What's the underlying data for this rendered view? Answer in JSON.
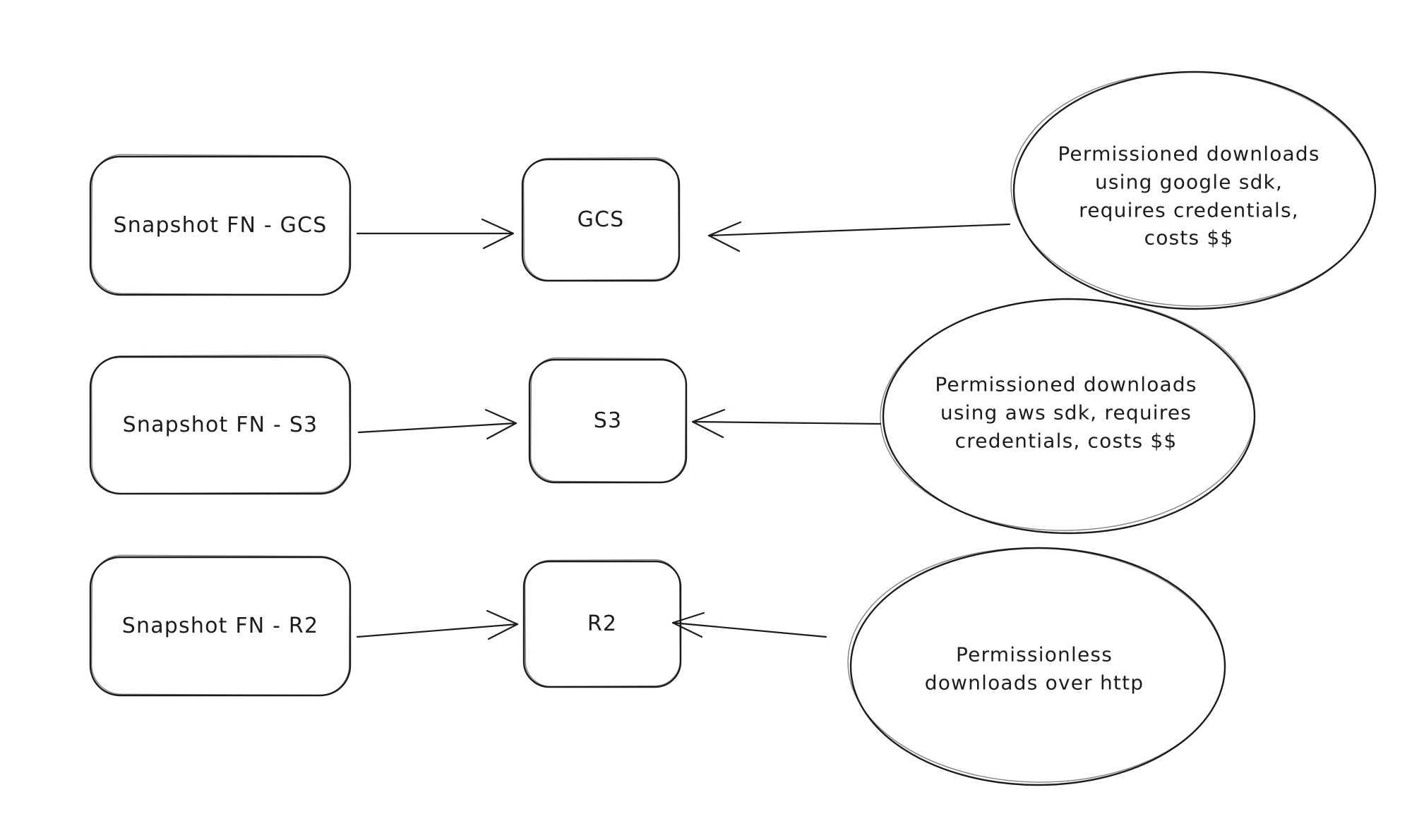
{
  "diagram": {
    "background_color": "#ffffff",
    "ink_color": "#1c1c1c",
    "style": "hand-drawn sketch"
  },
  "nodes": {
    "snapshot_gcs": {
      "label": "Snapshot FN - GCS",
      "shape": "rounded-rectangle"
    },
    "snapshot_s3": {
      "label": "Snapshot FN - S3",
      "shape": "rounded-rectangle"
    },
    "snapshot_r2": {
      "label": "Snapshot FN - R2",
      "shape": "rounded-rectangle"
    },
    "gcs": {
      "label": "GCS",
      "shape": "rounded-rectangle"
    },
    "s3": {
      "label": "S3",
      "shape": "rounded-rectangle"
    },
    "r2": {
      "label": "R2",
      "shape": "rounded-rectangle"
    },
    "note_gcs": {
      "label": "Permissioned downloads\nusing google sdk,\nrequires credentials,\ncosts $$",
      "shape": "ellipse"
    },
    "note_s3": {
      "label": "Permissioned downloads\nusing aws sdk, requires\ncredentials, costs $$",
      "shape": "ellipse"
    },
    "note_r2": {
      "label": "Permissionless\ndownloads over http",
      "shape": "ellipse"
    }
  },
  "edges": [
    {
      "from": "snapshot_gcs",
      "to": "gcs",
      "type": "arrow"
    },
    {
      "from": "note_gcs",
      "to": "gcs",
      "type": "arrow"
    },
    {
      "from": "snapshot_s3",
      "to": "s3",
      "type": "arrow"
    },
    {
      "from": "note_s3",
      "to": "s3",
      "type": "arrow"
    },
    {
      "from": "snapshot_r2",
      "to": "r2",
      "type": "arrow"
    },
    {
      "from": "note_r2",
      "to": "r2",
      "type": "arrow"
    }
  ]
}
